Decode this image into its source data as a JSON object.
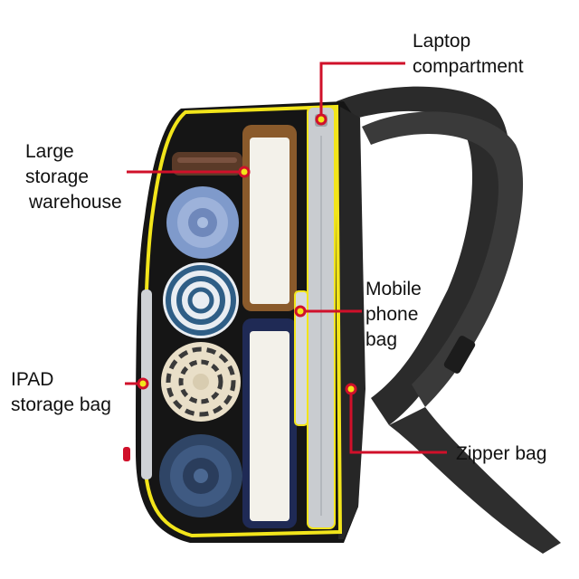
{
  "labels": {
    "laptop": [
      "Laptop",
      "compartment"
    ],
    "large_storage": [
      "Large",
      "storage",
      "warehouse"
    ],
    "mobile": [
      "Mobile",
      "phone",
      "bag"
    ],
    "ipad": [
      "IPAD",
      "storage bag"
    ],
    "zipper": [
      "Zipper bag"
    ]
  },
  "colors": {
    "callout": "#d0102a",
    "outline": "#f2e51b",
    "bag_body": "#151515",
    "strap": "#2b2b2b",
    "book_brown": "#8a5a2b",
    "book_navy": "#1f2a55",
    "laptop_silver": "#c9ccd0"
  },
  "items": [
    "rolled-shirt-blue",
    "rolled-shirt-striped",
    "rolled-scarf-beige",
    "rolled-jeans",
    "wallet",
    "book-top",
    "book-bottom",
    "laptop",
    "phone",
    "ipad"
  ]
}
